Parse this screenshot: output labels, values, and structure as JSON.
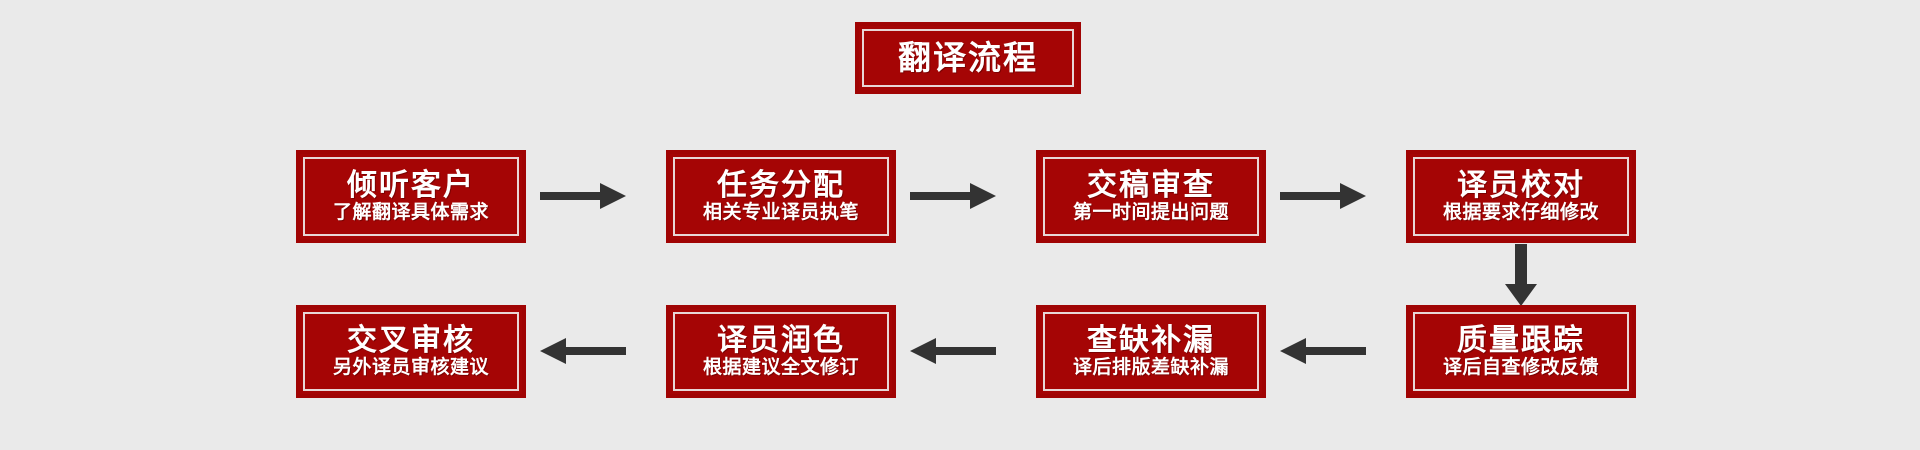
{
  "diagram": {
    "title": "翻译流程",
    "background_color": "#eaeaea",
    "box_color": "#a50505",
    "border_color": "#a00404",
    "text_color": "#ffffff",
    "arrow_color": "#333333",
    "steps": [
      {
        "id": 1,
        "title": "倾听客户",
        "subtitle": "了解翻译具体需求"
      },
      {
        "id": 2,
        "title": "任务分配",
        "subtitle": "相关专业译员执笔"
      },
      {
        "id": 3,
        "title": "交稿审查",
        "subtitle": "第一时间提出问题"
      },
      {
        "id": 4,
        "title": "译员校对",
        "subtitle": "根据要求仔细修改"
      },
      {
        "id": 5,
        "title": "质量跟踪",
        "subtitle": "译后自查修改反馈"
      },
      {
        "id": 6,
        "title": "查缺补漏",
        "subtitle": "译后排版差缺补漏"
      },
      {
        "id": 7,
        "title": "译员润色",
        "subtitle": "根据建议全文修订"
      },
      {
        "id": 8,
        "title": "交叉审核",
        "subtitle": "另外译员审核建议"
      }
    ],
    "connectors": [
      {
        "id": "a1",
        "direction": "right",
        "from": 1,
        "to": 2
      },
      {
        "id": "a2",
        "direction": "right",
        "from": 2,
        "to": 3
      },
      {
        "id": "a3",
        "direction": "right",
        "from": 3,
        "to": 4
      },
      {
        "id": "a4",
        "direction": "down",
        "from": 4,
        "to": 5
      },
      {
        "id": "a5",
        "direction": "left",
        "from": 5,
        "to": 6
      },
      {
        "id": "a6",
        "direction": "left",
        "from": 6,
        "to": 7
      },
      {
        "id": "a7",
        "direction": "left",
        "from": 7,
        "to": 8
      }
    ]
  }
}
